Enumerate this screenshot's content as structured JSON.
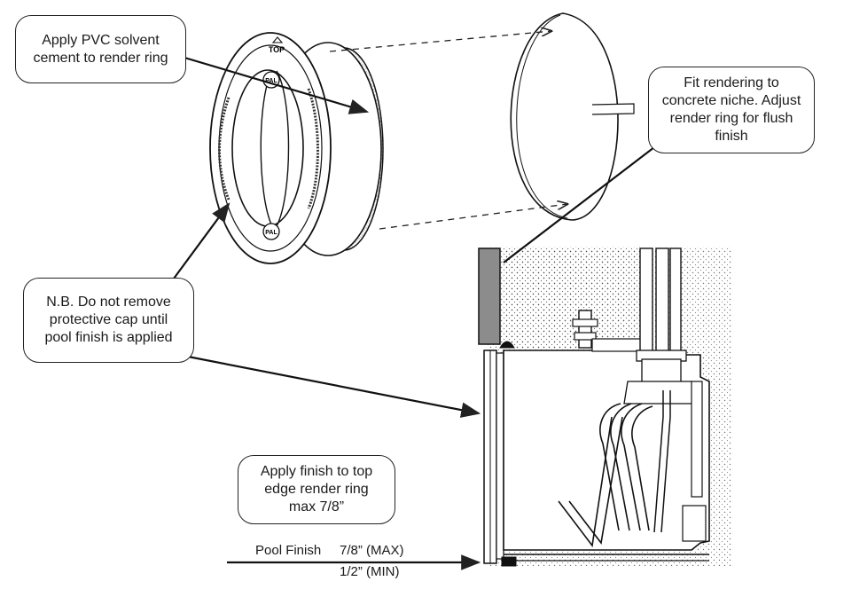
{
  "callouts": {
    "pvc": "Apply PVC solvent\ncement to render ring",
    "fit": "Fit rendering to\nconcrete niche. Adjust\nrender ring for flush\nfinish",
    "nb": "N.B. Do not remove\nprotective cap until\npool finish is applied",
    "finish": "Apply finish to top\nedge render ring\nmax 7/8”"
  },
  "pool_finish": {
    "label": "Pool Finish",
    "max": "7/8” (MAX)",
    "min": "1/2” (MIN)"
  },
  "ring": {
    "top_label": "TOP",
    "logo": "PAL"
  }
}
